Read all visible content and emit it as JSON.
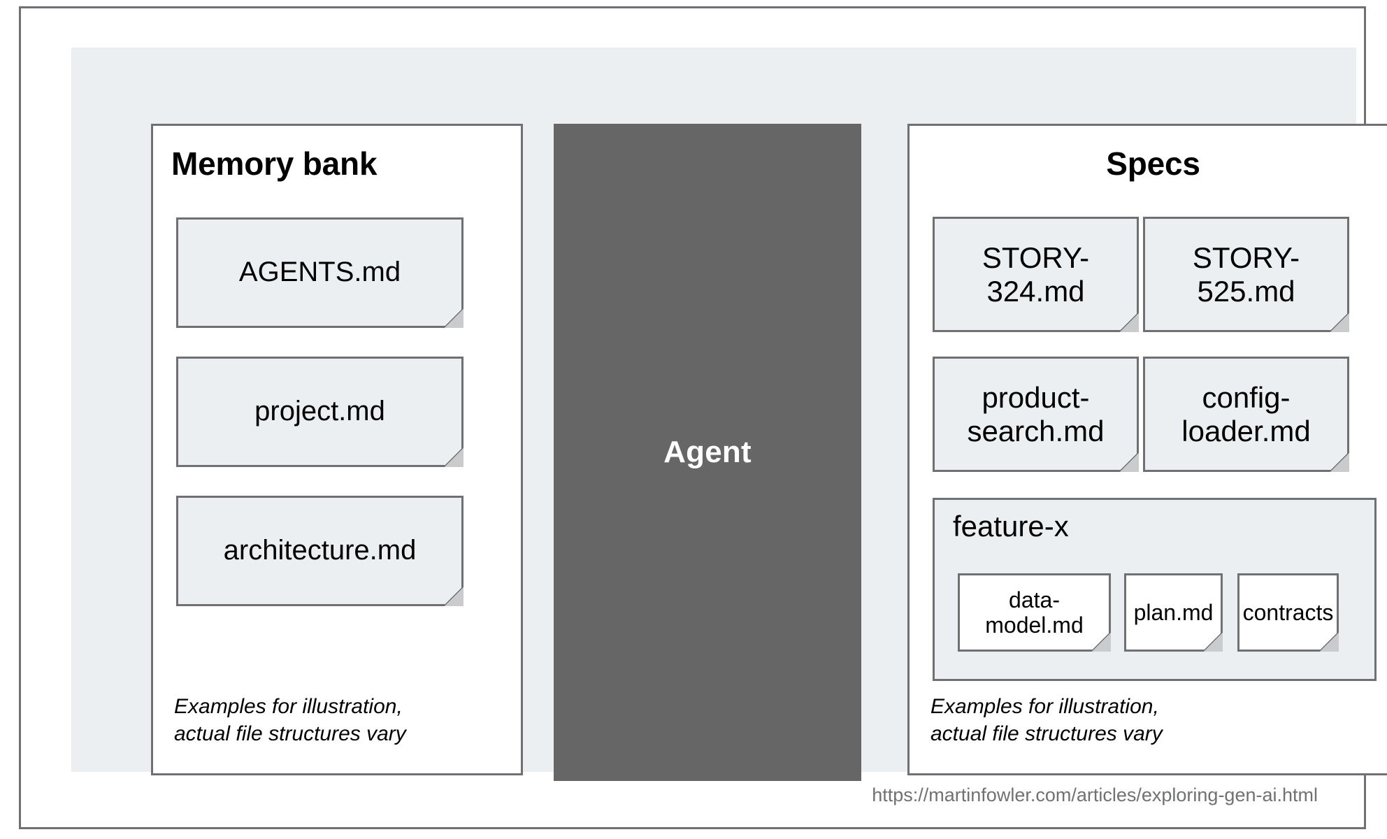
{
  "diagram": {
    "memory_bank": {
      "title": "Memory bank",
      "documents": [
        {
          "label": "AGENTS.md"
        },
        {
          "label": "project.md"
        },
        {
          "label": "architecture.md"
        }
      ],
      "caption": "Examples for illustration,\nactual file structures vary"
    },
    "agent": {
      "label": "Agent"
    },
    "specs": {
      "title": "Specs",
      "documents": [
        {
          "label": "STORY-324.md"
        },
        {
          "label": "STORY-525.md"
        },
        {
          "label": "product-search.md"
        },
        {
          "label": "config-loader.md"
        }
      ],
      "feature_group": {
        "title": "feature-x",
        "documents": [
          {
            "label": "data-model.md"
          },
          {
            "label": "plan.md"
          },
          {
            "label": "contracts"
          }
        ]
      },
      "caption": "Examples for illustration,\nactual file structures vary"
    },
    "footer": {
      "url": "https://martinfowler.com/articles/exploring-gen-ai.html"
    },
    "colors": {
      "backdrop": "#eceff1",
      "panel_fill": "#ffffff",
      "border": "#6e7073",
      "agent_fill": "#666667",
      "agent_text": "#ffffff",
      "doc_fill": "#eceff1",
      "doc_fill_nested": "#ffffff",
      "fold_fill": "#c9cbcc",
      "url_text": "#6f7173"
    }
  }
}
